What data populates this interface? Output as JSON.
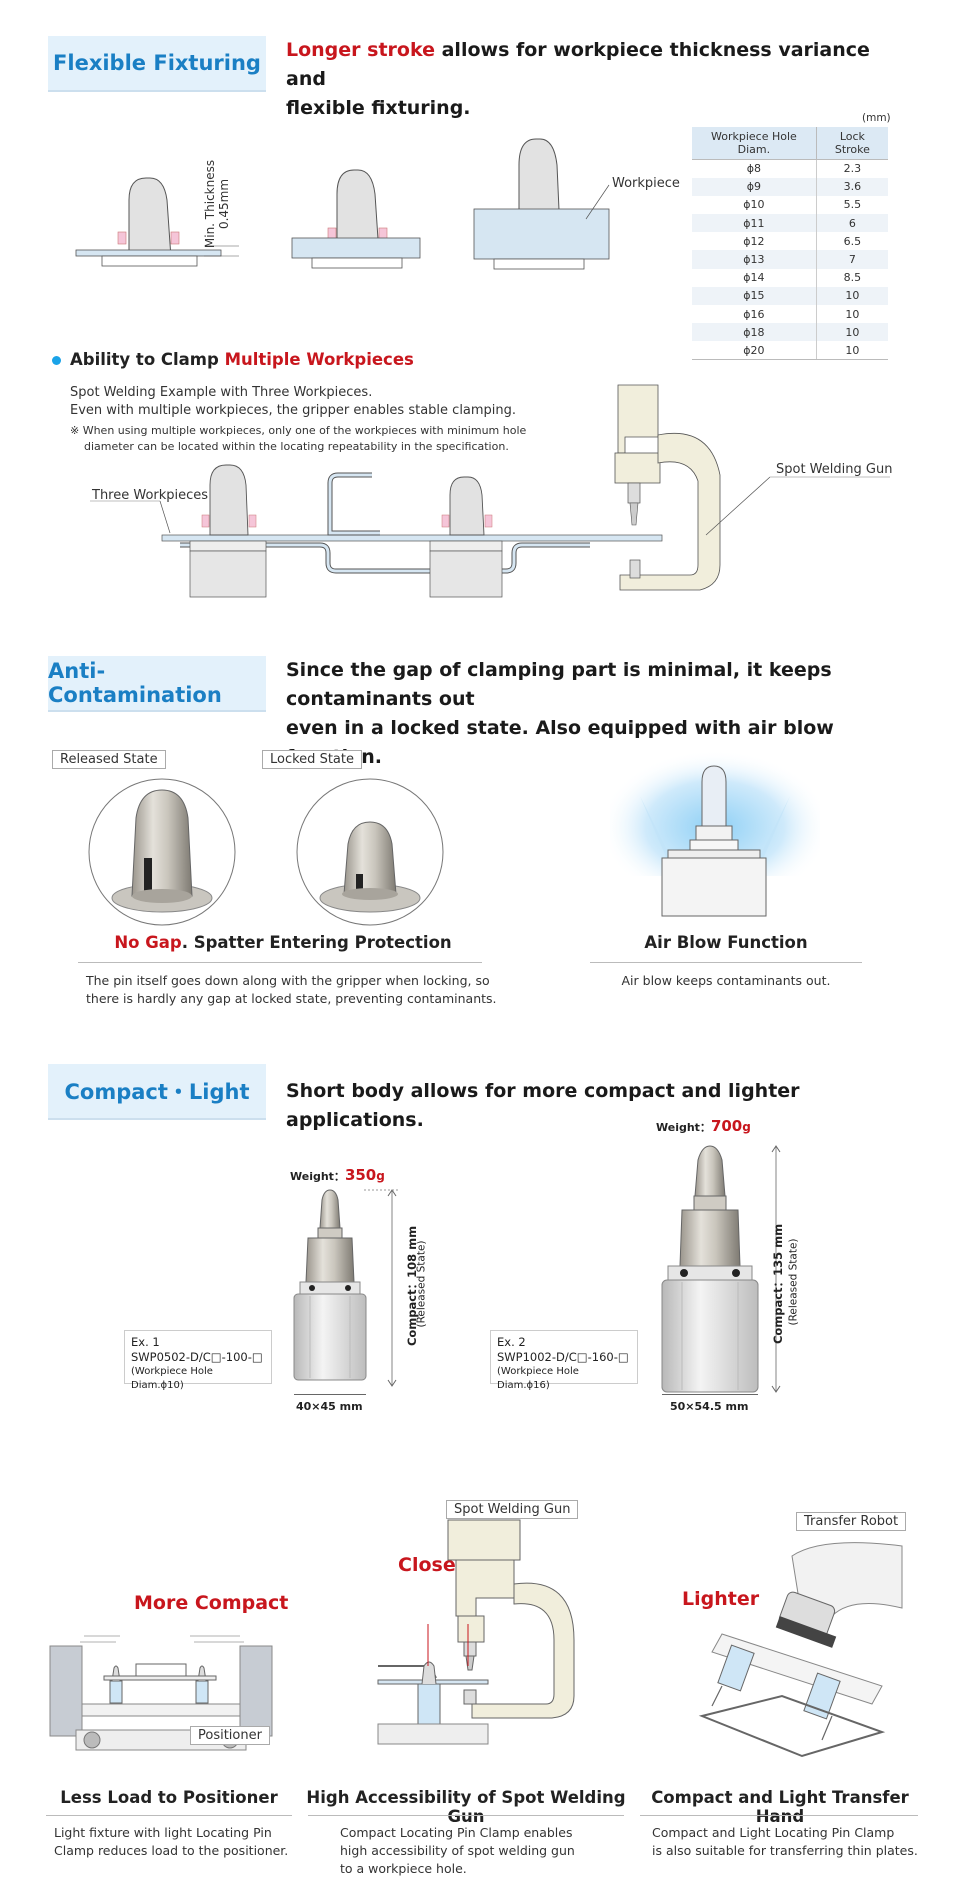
{
  "flexible": {
    "tab": "Flexible Fixturing",
    "headline_red": "Longer stroke",
    "headline_rest": " allows for workpiece thickness variance and",
    "headline_line2": "flexible fixturing.",
    "min_thickness_label": "Min. Thickness",
    "min_thickness_value": "0.45mm",
    "workpiece_label": "Workpiece",
    "table_unit": "(mm)",
    "table_headers": [
      "Workpiece Hole Diam.",
      "Lock Stroke"
    ],
    "table_rows": [
      [
        "ϕ8",
        "2.3"
      ],
      [
        "ϕ9",
        "3.6"
      ],
      [
        "ϕ10",
        "5.5"
      ],
      [
        "ϕ11",
        "6"
      ],
      [
        "ϕ12",
        "6.5"
      ],
      [
        "ϕ13",
        "7"
      ],
      [
        "ϕ14",
        "8.5"
      ],
      [
        "ϕ15",
        "10"
      ],
      [
        "ϕ16",
        "10"
      ],
      [
        "ϕ18",
        "10"
      ],
      [
        "ϕ20",
        "10"
      ]
    ]
  },
  "multiple": {
    "title_black": "Ability to Clamp ",
    "title_red": "Multiple Workpieces",
    "line1": "Spot Welding Example with Three Workpieces.",
    "line2": "Even with multiple workpieces, the gripper enables stable clamping.",
    "note1": "※ When using multiple workpieces, only one of the workpieces with minimum hole",
    "note2": "diameter can be located within the locating repeatability in the specification.",
    "three_workpieces": "Three Workpieces",
    "spot_welding_gun": "Spot Welding Gun"
  },
  "anti": {
    "tab": "Anti-Contamination",
    "headline1": "Since the gap of clamping part is minimal, it keeps contaminants out",
    "headline2": "even in a locked state. Also equipped with air blow function.",
    "released": "Released State",
    "locked": "Locked State",
    "nogap_red": "No Gap",
    "nogap_rest": ". Spatter Entering Protection",
    "nogap_desc1": "The pin itself goes down along with the gripper when locking, so",
    "nogap_desc2": "there is hardly any gap at locked state, preventing contaminants.",
    "airblow_title": "Air Blow Function",
    "airblow_desc": "Air blow keeps contaminants out."
  },
  "compact": {
    "tab": "Compact・Light",
    "headline": "Short body allows for more compact and lighter applications.",
    "weight_label": "Weight：",
    "weight1": "350",
    "weight2": "700",
    "weight_unit": "g",
    "dim1_compact": "Compact：108 mm",
    "dim2_compact": "Compact：135 mm",
    "released_state": "(Released State)",
    "base1": "40×45 mm",
    "base2": "50×54.5 mm",
    "ex1_label": "Ex. 1",
    "ex1_model": "SWP0502-D/C□-100-□",
    "ex1_note": "(Workpiece Hole Diam.ϕ10)",
    "ex2_label": "Ex. 2",
    "ex2_model": "SWP1002-D/C□-160-□",
    "ex2_note": "(Workpiece Hole Diam.ϕ16)"
  },
  "benefits": [
    {
      "tag": "More Compact",
      "label": "Positioner",
      "title": "Less Load to Positioner",
      "desc1": "Light fixture with light Locating Pin",
      "desc2": "Clamp reduces load to the positioner.",
      "desc3": ""
    },
    {
      "tag": "Closer",
      "label": "Spot Welding Gun",
      "title": "High Accessibility of Spot Welding Gun",
      "desc1": "Compact Locating Pin Clamp enables",
      "desc2": "high accessibility of spot welding gun",
      "desc3": "to a workpiece hole."
    },
    {
      "tag": "Lighter",
      "label": "Transfer Robot",
      "title": "Compact and Light Transfer Hand",
      "desc1": "Compact and Light Locating Pin Clamp",
      "desc2": "is also suitable for transferring thin plates.",
      "desc3": ""
    }
  ],
  "colors": {
    "accent_blue": "#1a7fc4",
    "accent_red": "#c8161d",
    "tab_bg": "#e3f1fb"
  }
}
